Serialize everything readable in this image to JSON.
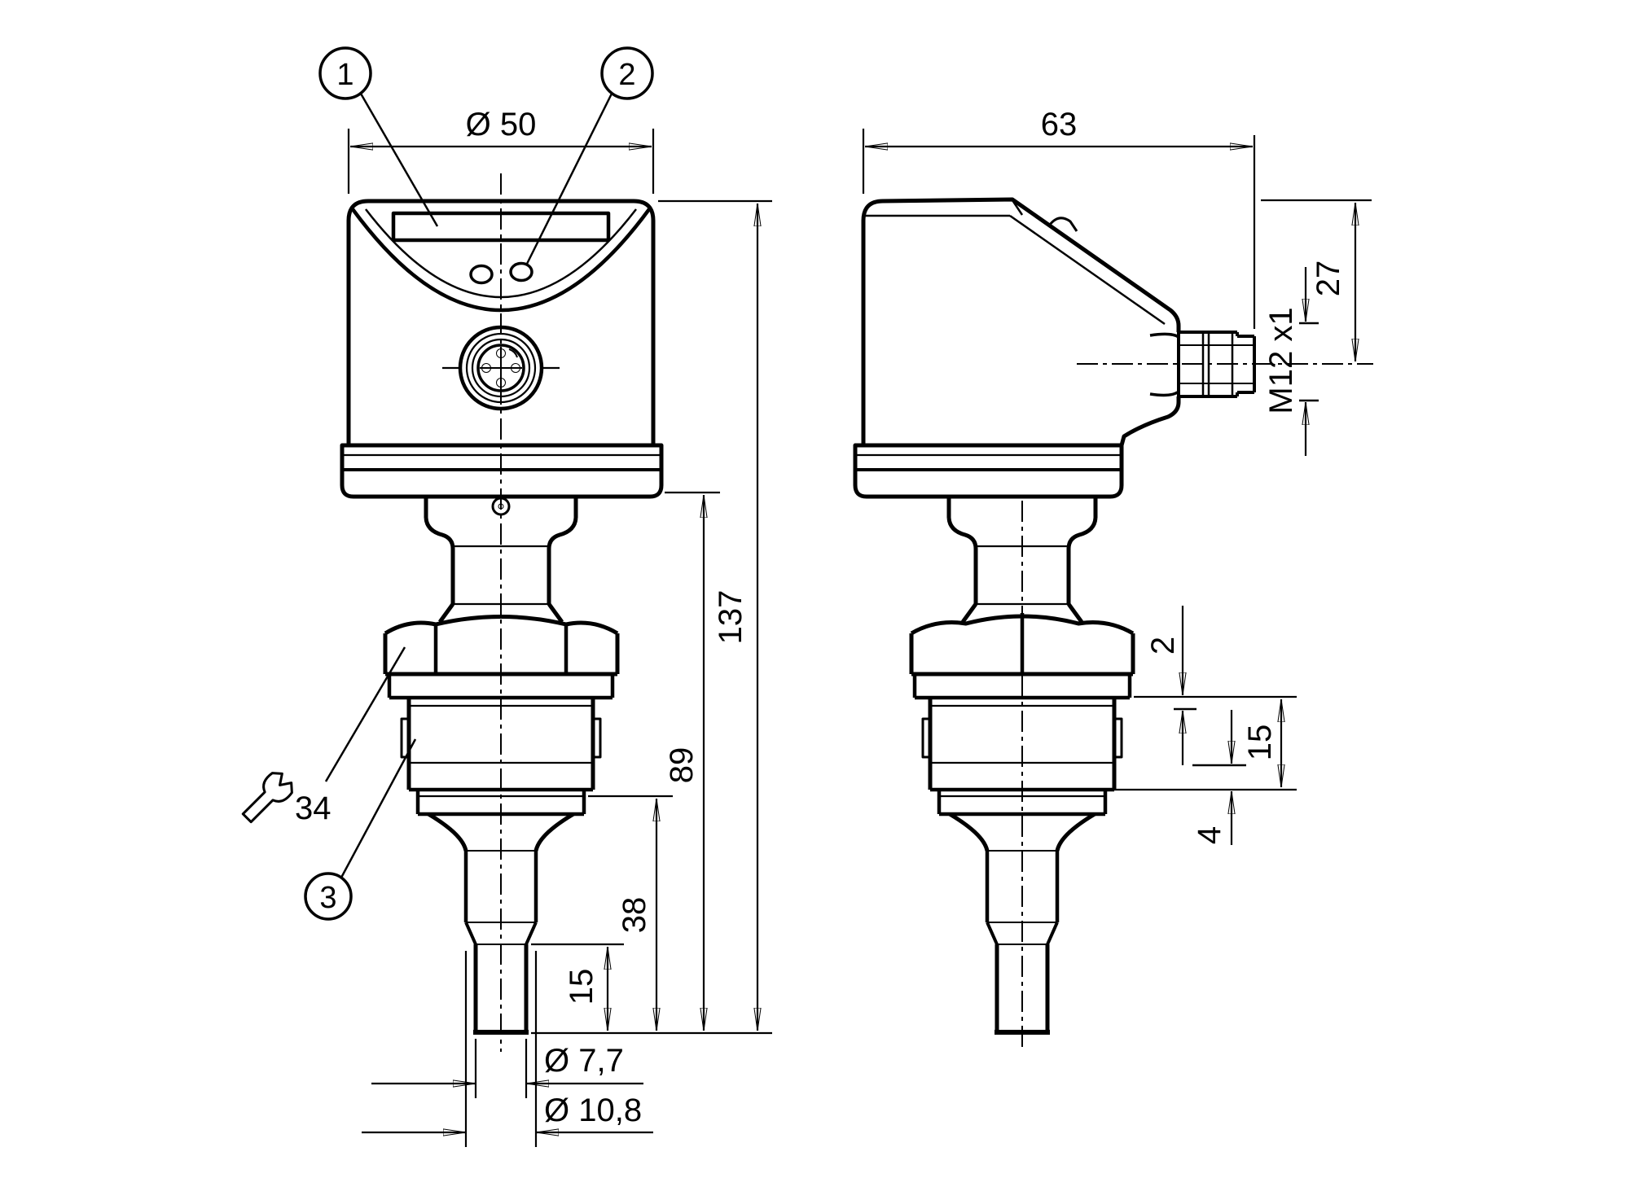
{
  "colors": {
    "line": "#000000",
    "background": "#ffffff"
  },
  "views": {
    "front": {
      "callouts": {
        "display": "1",
        "leds": "2",
        "process_connection": "3"
      },
      "dimensions": {
        "head_diameter": "Ø 50",
        "total_length": "137",
        "length_below_head": "89",
        "probe_length": "38",
        "tip_length": "15",
        "tip_diameter": "Ø 7,7",
        "probe_diameter": "Ø 10,8",
        "wrench_size": "34"
      }
    },
    "side": {
      "dimensions": {
        "housing_depth": "63",
        "connector_center_offset": "27",
        "connector_thread": "M12 x1",
        "seal_thickness": "2",
        "thread_length": "15",
        "thread_runout": "4"
      }
    }
  }
}
